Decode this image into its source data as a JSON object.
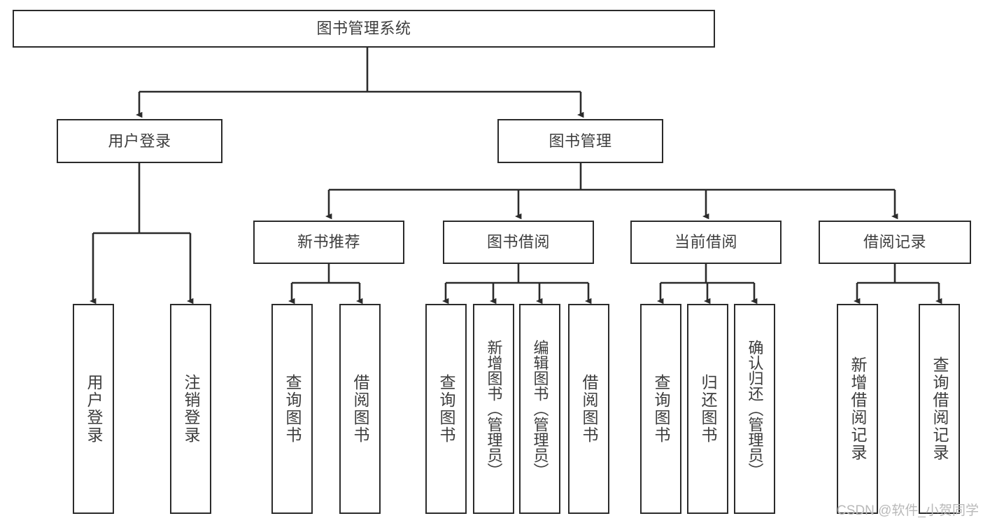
{
  "diagram": {
    "title": "图书管理系统",
    "type": "tree-hierarchy",
    "colors": {
      "box_border": "#2b2b2b",
      "box_fill": "#ffffff",
      "text": "#3d3d3d",
      "connector": "#2b2b2b",
      "watermark": "#b9b9b9"
    },
    "root": {
      "label": "图书管理系统"
    },
    "level2": [
      {
        "label": "用户登录"
      },
      {
        "label": "图书管理"
      }
    ],
    "level3": [
      {
        "label": "新书推荐"
      },
      {
        "label": "图书借阅"
      },
      {
        "label": "当前借阅"
      },
      {
        "label": "借阅记录"
      }
    ],
    "leaves": {
      "user_login": [
        {
          "label": "用户登录"
        },
        {
          "label": "注销登录"
        }
      ],
      "new_book_recommend": [
        {
          "label": "查询图书"
        },
        {
          "label": "借阅图书"
        }
      ],
      "book_borrow": [
        {
          "label": "查询图书"
        },
        {
          "label": "新增图书（管理员）"
        },
        {
          "label": "编辑图书（管理员）"
        },
        {
          "label": "借阅图书"
        }
      ],
      "current_borrow": [
        {
          "label": "查询图书"
        },
        {
          "label": "归还图书"
        },
        {
          "label": "确认归还（管理员）"
        }
      ],
      "borrow_records": [
        {
          "label": "新增借阅记录"
        },
        {
          "label": "查询借阅记录"
        }
      ]
    },
    "watermark": "CSDN @软件_小贺同学"
  }
}
